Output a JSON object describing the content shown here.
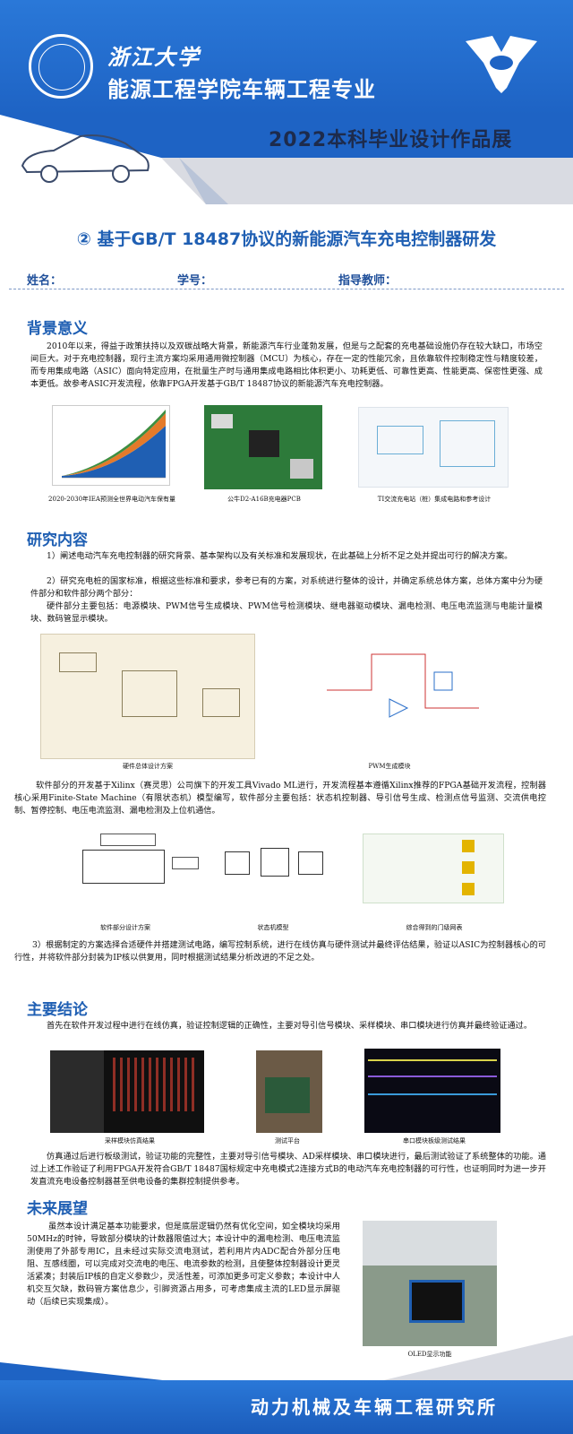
{
  "header": {
    "university": "浙江大学",
    "department": "能源工程学院车辆工程专业",
    "exhibition": "2022本科毕业设计作品展"
  },
  "title": "② 基于GB/T 18487协议的新能源汽车充电控制器研发",
  "info": {
    "name_label": "姓名：",
    "id_label": "学号：",
    "advisor_label": "指导教师："
  },
  "sections": {
    "background": {
      "heading": "背景意义",
      "text": "2010年以来，得益于政策扶持以及双碳战略大背景，新能源汽车行业蓬勃发展，但是与之配套的充电基础设施仍存在较大缺口，市场空间巨大。对于充电控制器，现行主流方案均采用通用微控制器（MCU）为核心，存在一定的性能冗余，且依靠软件控制稳定性与精度较差，而专用集成电路（ASIC）面向特定应用，在批量生产时与通用集成电路相比体积更小、功耗更低、可靠性更高、性能更高、保密性更强、成本更低。故参考ASIC开发流程，依靠FPGA开发基于GB/T 18487协议的新能源汽车充电控制器。",
      "captions": [
        "2020-2030年IEA预测全世界电动汽车保有量",
        "公牛D2-A16B充电器PCB",
        "TI交流充电站（桩）集成电路和参考设计"
      ]
    },
    "research": {
      "heading": "研究内容",
      "p1": "1）阐述电动汽车充电控制器的研究背景、基本架构以及有关标准和发展现状，在此基础上分析不足之处并提出可行的解决方案。",
      "p2": "2）研究充电桩的国家标准，根据这些标准和要求，参考已有的方案，对系统进行整体的设计，并确定系统总体方案，总体方案中分为硬件部分和软件部分两个部分：",
      "p3": "硬件部分主要包括：电源模块、PWM信号生成模块、PWM信号检测模块、继电器驱动模块、漏电检测、电压电流监测与电能计量模块、数码管显示模块。",
      "captions1": [
        "硬件总体设计方案",
        "PWM生成模块"
      ],
      "p4": "软件部分的开发基于Xilinx（赛灵思）公司旗下的开发工具Vivado ML进行，开发流程基本遵循Xilinx推荐的FPGA基础开发流程，控制器核心采用Finite-State Machine（有限状态机）模型编写，软件部分主要包括：状态机控制器、导引信号生成、检测点信号监测、交流供电控制、暂停控制、电压电流监测、漏电检测及上位机通信。",
      "captions2": [
        "软件部分设计方案",
        "状态机模型",
        "综合得到的门级网表"
      ],
      "p5": "3）根据制定的方案选择合适硬件并搭建测试电路，编写控制系统，进行在线仿真与硬件测试并最终评估结果，验证以ASIC为控制器核心的可行性，并将软件部分封装为IP核以供复用，同时根据测试结果分析改进的不足之处。"
    },
    "conclusion": {
      "heading": "主要结论",
      "p1": "首先在软件开发过程中进行在线仿真，验证控制逻辑的正确性，主要对导引信号模块、采样模块、串口模块进行仿真并最终验证通过。",
      "captions": [
        "采样模块仿真结果",
        "测试平台",
        "串口模块板级测试结果"
      ],
      "p2": "仿真通过后进行板级测试，验证功能的完整性，主要对导引信号模块、AD采样模块、串口模块进行，最后测试验证了系统整体的功能。通过上述工作验证了利用FPGA开发符合GB/T 18487国标规定中充电模式2连接方式B的电动汽车充电控制器的可行性，也证明同时为进一步开发直流充电设备控制器甚至供电设备的集群控制提供参考。"
    },
    "outlook": {
      "heading": "未来展望",
      "text": "虽然本设计满足基本功能要求，但是底层逻辑仍然有优化空间，如全模块均采用50MHz的时钟，导致部分模块的计数器限值过大；本设计中的漏电检测、电压电流监测使用了外部专用IC，且未经过实际交流电测试，若利用片内ADC配合外部分压电阻、互感线圈，可以完成对交流电的电压、电流参数的检测，且使整体控制器设计更灵活紧凑；封装后IP核的自定义参数少，灵活性差，可添加更多可定义参数；本设计中人机交互欠缺，数码管方案信息少，引脚资源占用多，可考虑集成主流的LED显示屏驱动（后续已实现集成）。",
      "caption": "OLED显示功能"
    }
  },
  "footer": "动力机械及车辆工程研究所",
  "colors": {
    "brand": "#1f5fb3",
    "header_blue": "#2a78d8",
    "navy": "#1d2b4c"
  }
}
